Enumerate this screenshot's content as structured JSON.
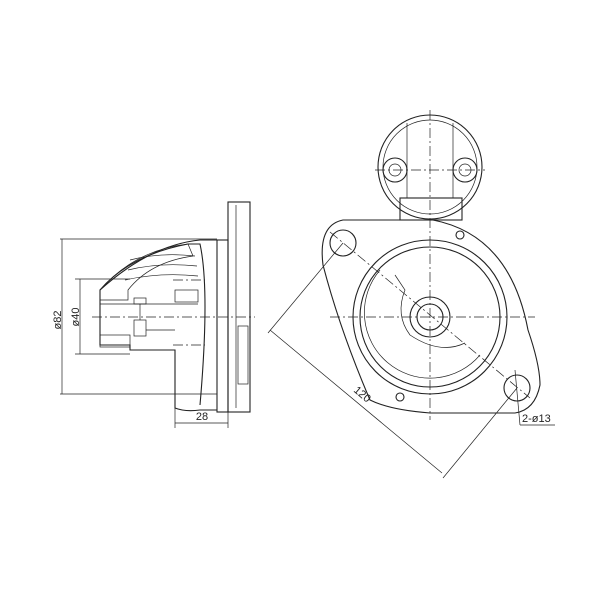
{
  "dimensions": {
    "outer_diameter": "ø82",
    "pilot_diameter": "ø40",
    "pilot_length": "28",
    "hole_spacing": "120",
    "mounting_holes": "2-ø13"
  }
}
